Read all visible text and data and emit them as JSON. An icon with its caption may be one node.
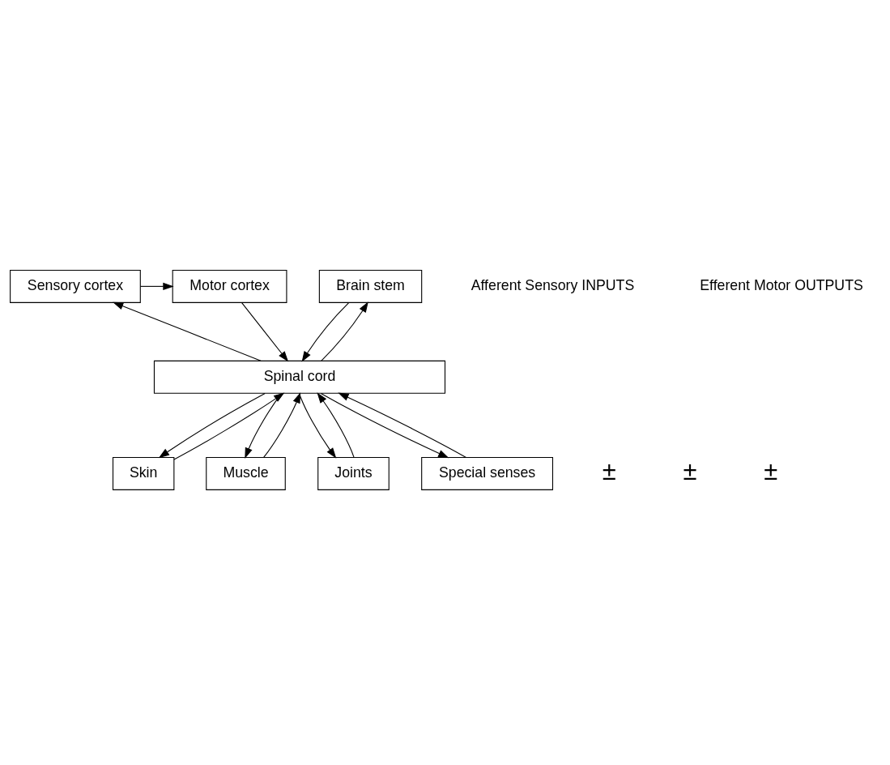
{
  "diagram": {
    "nodes": [
      {
        "text": [
          "Sensory cortex"
        ]
      },
      {
        "text": [
          "Motor cortex"
        ]
      },
      {
        "text": [
          "Brain stem"
        ]
      },
      {
        "text": [
          "Spinal cord"
        ]
      },
      {
        "text": [
          "Skin"
        ]
      },
      {
        "text": [
          "Muscle"
        ]
      },
      {
        "text": [
          "Joints"
        ]
      },
      {
        "text": [
          "Special senses"
        ]
      }
    ],
    "edges": [
      {
        "from": 3,
        "to": 0,
        "arrow": "to"
      },
      {
        "from": 0,
        "to": 1,
        "arrow": "to"
      },
      {
        "from": 1,
        "to": 3,
        "arrow": "to"
      },
      {
        "from": 3,
        "to": 2,
        "arrow": "to"
      },
      {
        "from": 2,
        "to": 3,
        "arrow": "to"
      },
      {
        "from": 4,
        "to": 3,
        "arrow": "to"
      },
      {
        "from": 3,
        "to": 4,
        "arrow": "to"
      },
      {
        "from": 5,
        "to": 3,
        "arrow": "to"
      },
      {
        "from": 3,
        "to": 5,
        "arrow": "to"
      },
      {
        "from": 6,
        "to": 3,
        "arrow": "to"
      },
      {
        "from": 3,
        "to": 6,
        "arrow": "to"
      },
      {
        "from": 7,
        "to": 3,
        "arrow": "to"
      },
      {
        "from": 3,
        "to": 7,
        "arrow": "to"
      }
    ],
    "labels": [
      "Afferent Sensory INPUTS",
      "Efferent Motor OUTPUTS",
      "±",
      "±",
      "±"
    ]
  }
}
